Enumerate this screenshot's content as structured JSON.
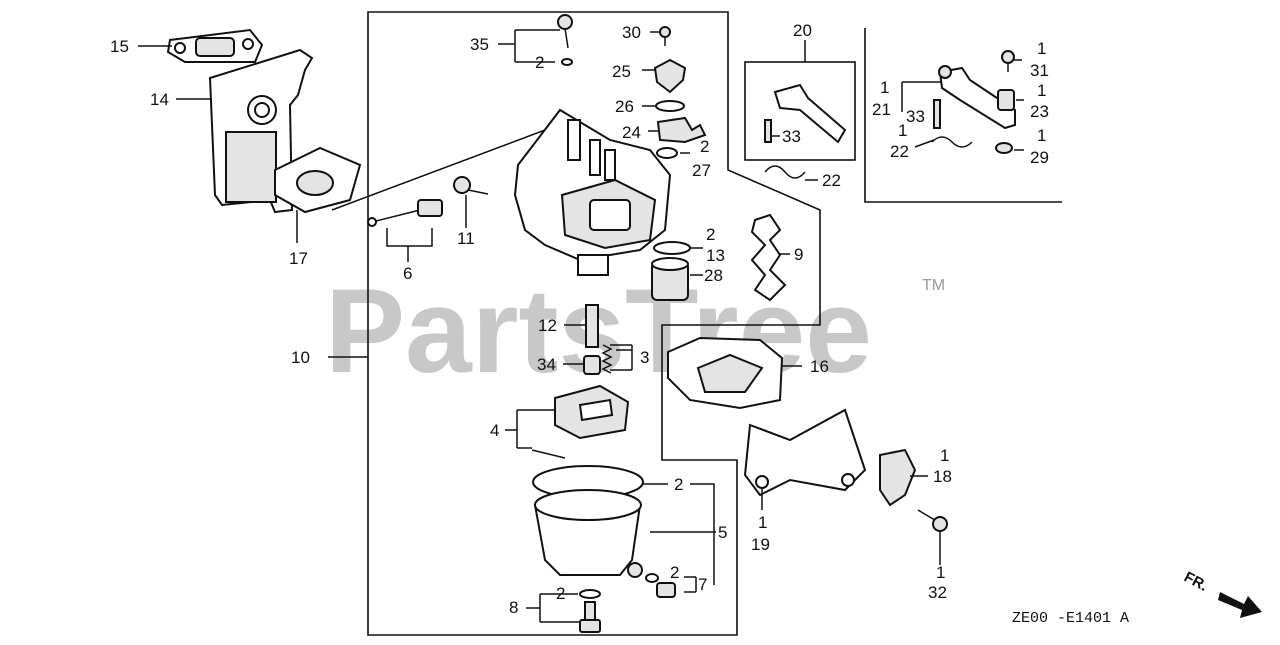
{
  "watermark": {
    "text": "PartsTree",
    "trademark": "TM"
  },
  "drawing_code": "ZE00 -E1401 A",
  "direction_label": "FR.",
  "callouts": {
    "c35": "35",
    "c2a": "2",
    "c30": "30",
    "c25": "25",
    "c26": "26",
    "c24": "24",
    "c2b": "2",
    "c27": "27",
    "c15": "15",
    "c14": "14",
    "c17": "17",
    "c6": "6",
    "c11": "11",
    "c10": "10",
    "c2c": "2",
    "c13": "13",
    "c28": "28",
    "c9": "9",
    "c12": "12",
    "c34": "34",
    "c3": "3",
    "c4": "4",
    "c2d": "2",
    "c5": "5",
    "c2e": "2",
    "c7": "7",
    "c8": "8",
    "c2f": "2",
    "c16": "16",
    "c20": "20",
    "c33a": "33",
    "c22a": "22",
    "c1a": "1",
    "c21": "21",
    "c33b": "33",
    "c1b": "1",
    "c22b": "22",
    "c1c": "1",
    "c31": "31",
    "c1d": "1",
    "c23": "23",
    "c1e": "1",
    "c29": "29",
    "c1f": "1",
    "c18": "18",
    "c1g": "1",
    "c19": "19",
    "c1h": "1",
    "c32": "32"
  }
}
